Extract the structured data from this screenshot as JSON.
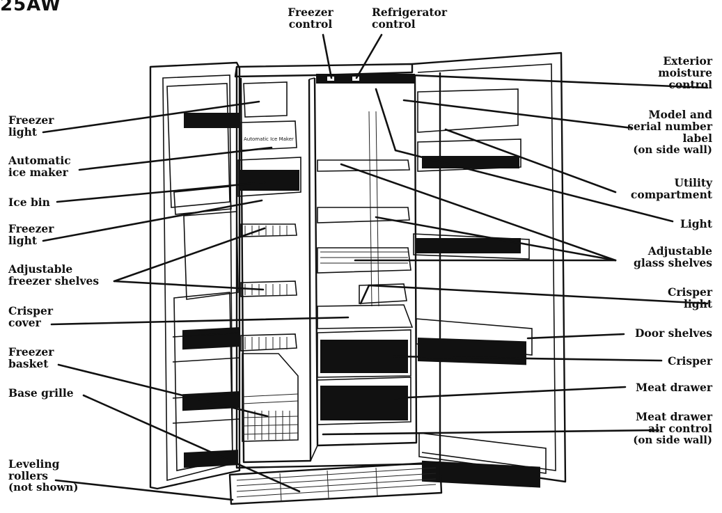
{
  "model_code": "25AW",
  "appliance_text": {
    "ice_maker_panel": "Automatic Ice Maker"
  },
  "labels": {
    "freezer_control": [
      "Freezer",
      "control"
    ],
    "refrigerator_control": [
      "Refrigerator",
      "control"
    ],
    "freezer_light_top": [
      "Freezer",
      "light"
    ],
    "automatic_ice_maker": [
      "Automatic",
      "ice maker"
    ],
    "ice_bin": [
      "Ice bin"
    ],
    "freezer_light_mid": [
      "Freezer",
      "light"
    ],
    "adjustable_freezer_shelves": [
      "Adjustable",
      "freezer shelves"
    ],
    "crisper_cover": [
      "Crisper",
      "cover"
    ],
    "freezer_basket": [
      "Freezer",
      "basket"
    ],
    "base_grille": [
      "Base grille"
    ],
    "leveling_rollers": [
      "Leveling",
      "rollers",
      "(not shown)"
    ],
    "exterior_moisture_control": [
      "Exterior",
      "moisture",
      "control"
    ],
    "model_serial_label": [
      "Model and",
      "serial number",
      "label",
      "(on side wall)"
    ],
    "utility_compartment": [
      "Utility",
      "compartment"
    ],
    "light": [
      "Light"
    ],
    "adjustable_glass_shelves": [
      "Adjustable",
      "glass shelves"
    ],
    "crisper_light": [
      "Crisper",
      "light"
    ],
    "door_shelves": [
      "Door shelves"
    ],
    "crisper": [
      "Crisper"
    ],
    "meat_drawer": [
      "Meat drawer"
    ],
    "meat_drawer_air_control": [
      "Meat drawer",
      "air control",
      "(on side wall)"
    ]
  }
}
